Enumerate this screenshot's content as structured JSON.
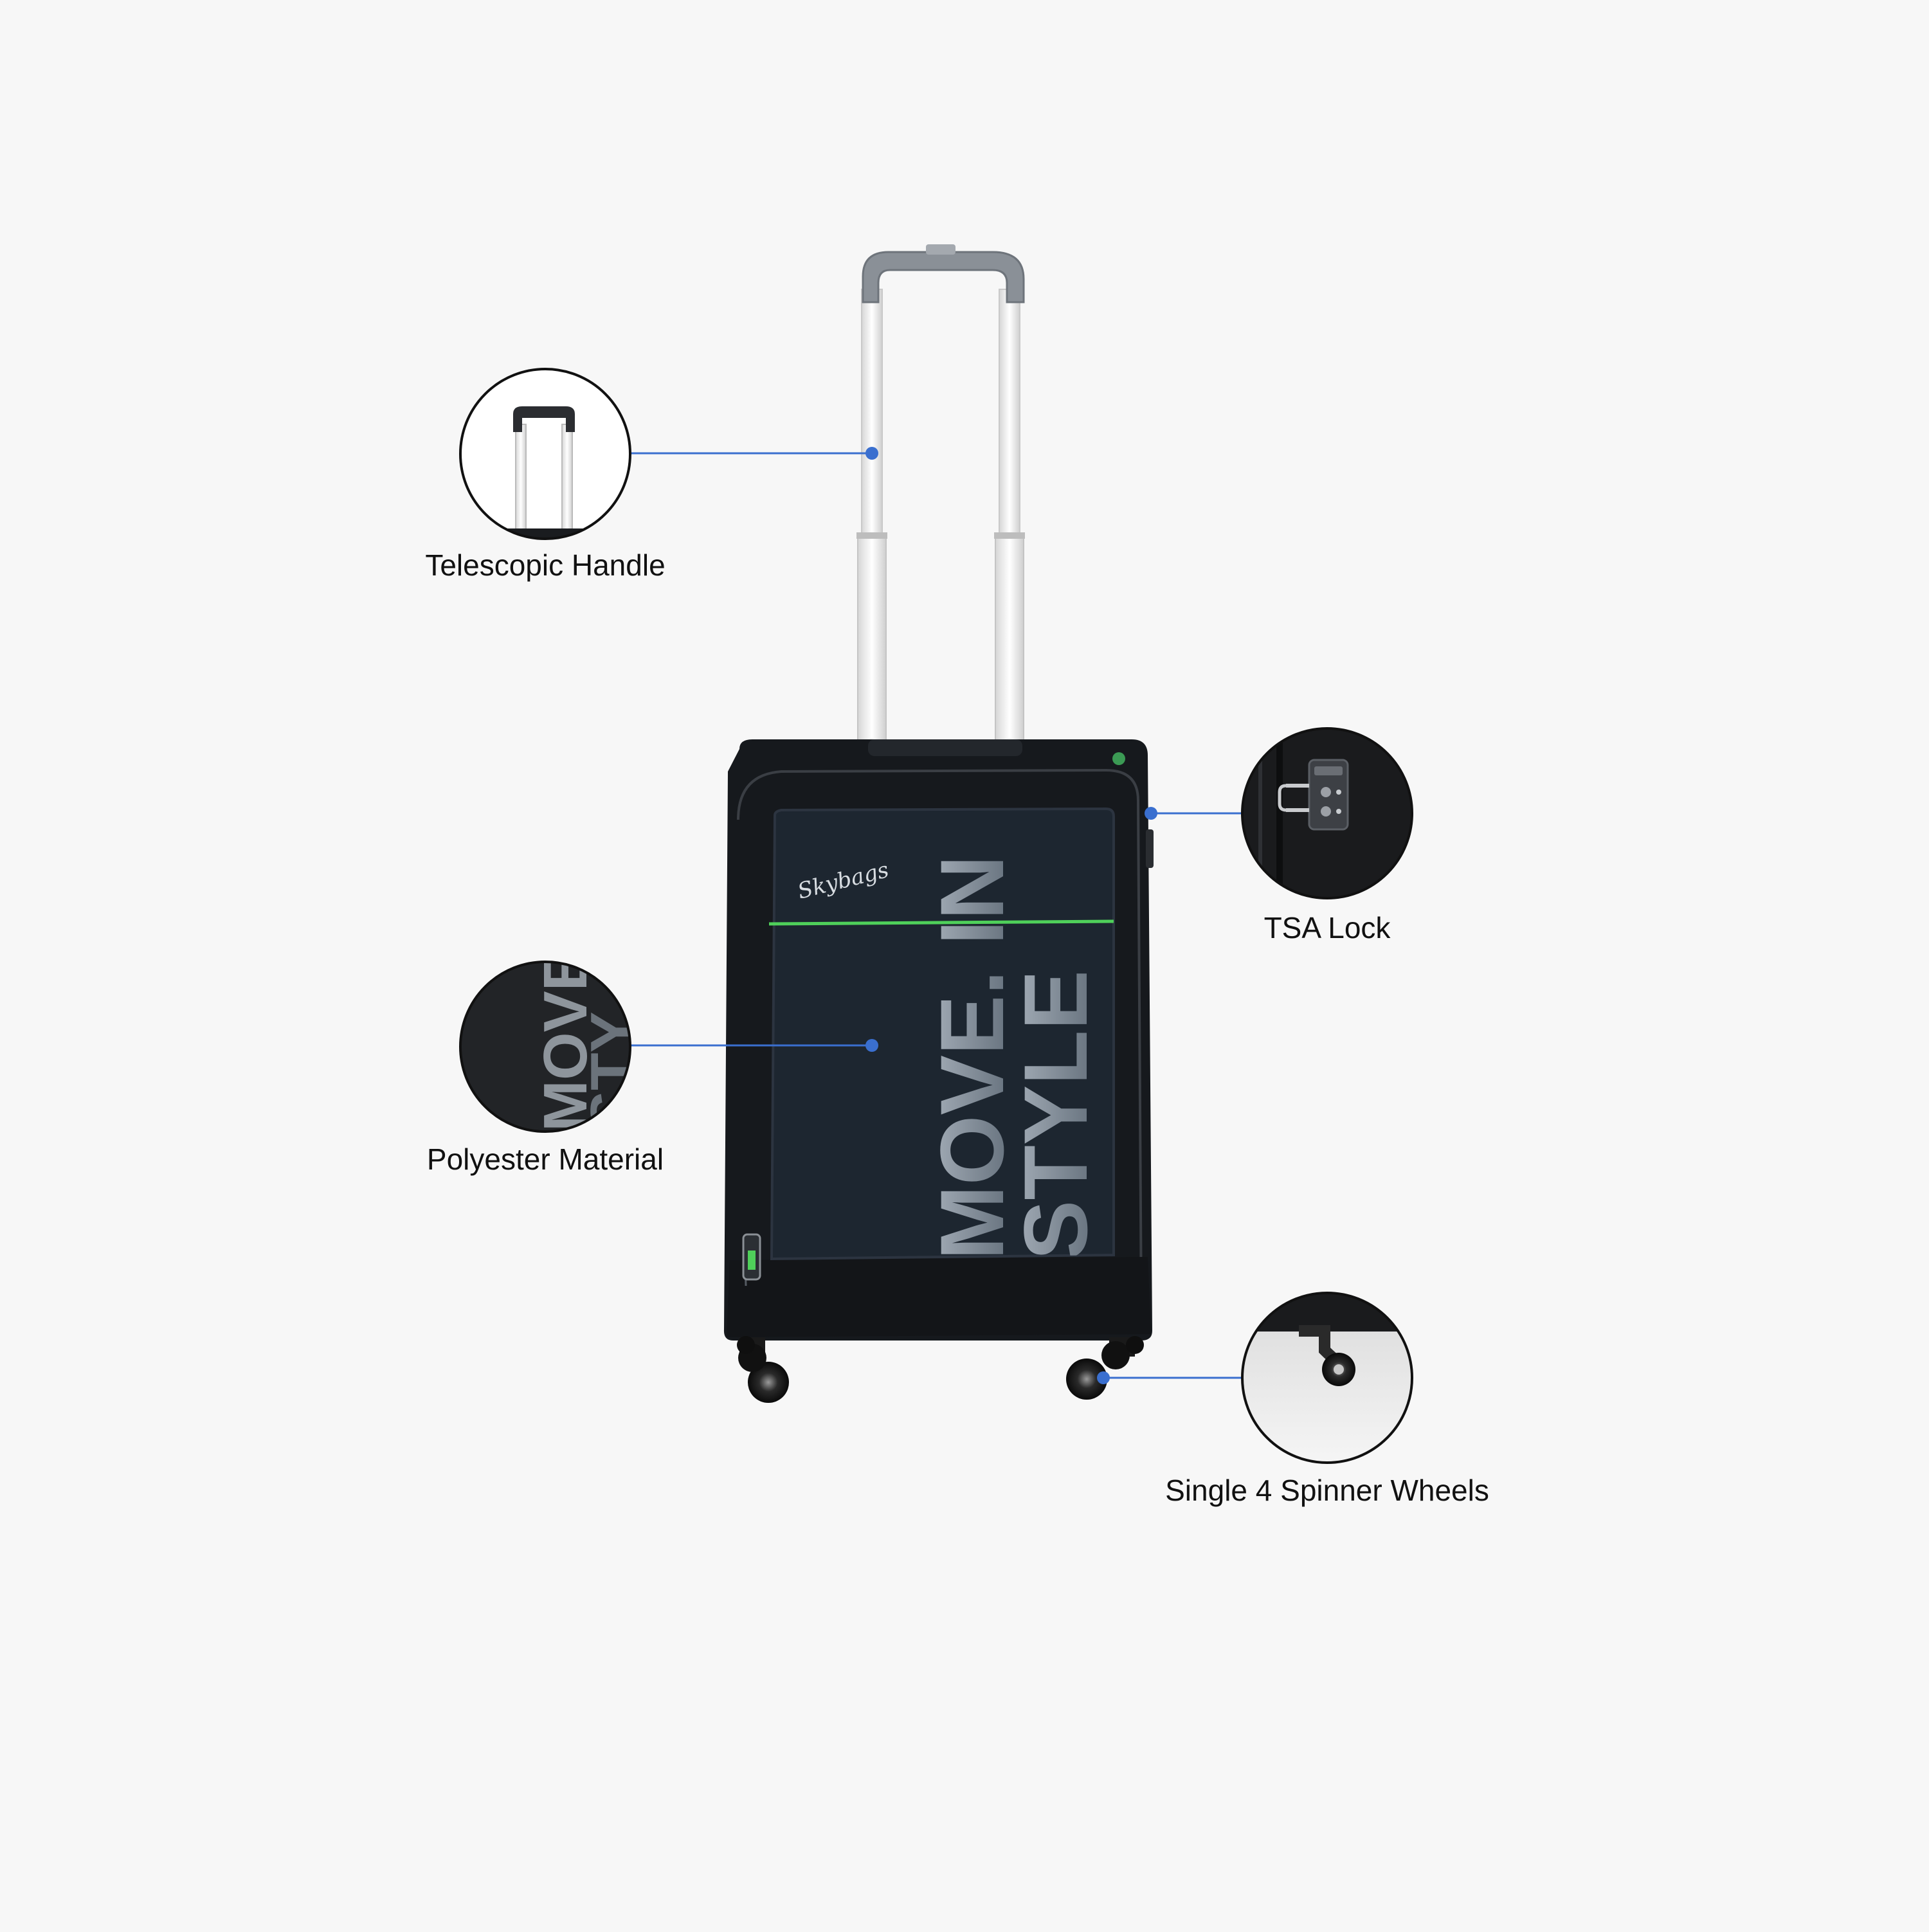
{
  "features": {
    "telescopic_handle": {
      "label": "Telescopic Handle",
      "icon": "telescopic-handle-icon"
    },
    "tsa_lock": {
      "label": "TSA Lock",
      "icon": "tsa-lock-icon"
    },
    "polyester_material": {
      "label": "Polyester Material",
      "icon": "polyester-material-icon"
    },
    "spinner_wheels": {
      "label": "Single 4 Spinner Wheels",
      "icon": "spinner-wheel-icon"
    }
  },
  "product": {
    "brand_logo": "Skybags",
    "print_text_top": "MOVE. IN",
    "print_text_bottom": "STYLE"
  },
  "colors": {
    "background": "#f7f7f7",
    "leader_line": "#3a6fcf",
    "suitcase_body": "#16191d",
    "front_panel": "#1d2630",
    "trim_green": "#4fd05a",
    "handle_grey": "#8a8f96",
    "handle_rod": "#f2f2f2"
  }
}
